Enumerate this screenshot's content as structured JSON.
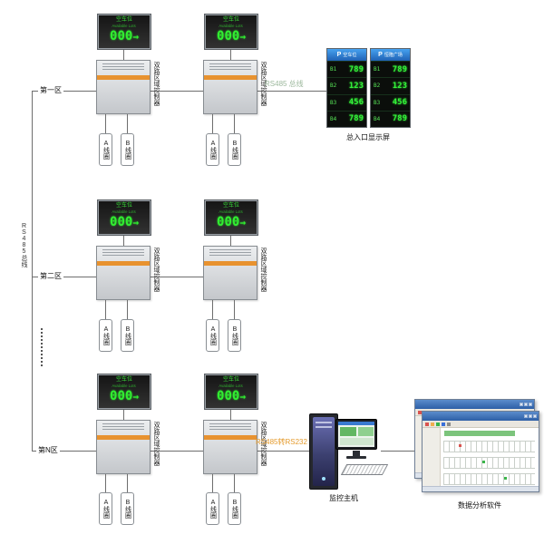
{
  "bus": {
    "label": "RS485总线"
  },
  "zones": [
    {
      "name": "第一区",
      "display": {
        "title": "空车位",
        "subtitle": "Available Lots",
        "value": "000",
        "arrow": "→"
      },
      "controller_label": "双路区域控制器",
      "coil_a": "A线圈",
      "coil_b": "B线圈"
    },
    {
      "name": "第二区",
      "display": {
        "title": "空车位",
        "subtitle": "Available Lots",
        "value": "000",
        "arrow": "→"
      },
      "controller_label": "双路区域控制器",
      "coil_a": "A线圈",
      "coil_b": "B线圈"
    },
    {
      "name": "第N区",
      "display": {
        "title": "空车位",
        "subtitle": "Available Lots",
        "value": "000",
        "arrow": "→"
      },
      "controller_label": "双路区域控制器",
      "coil_a": "A线圈",
      "coil_b": "B线圈"
    }
  ],
  "entrance_display": {
    "caption": "总入口显示屏",
    "link_label": "RS485 总线",
    "panels": [
      {
        "brand": "P",
        "title": "空车位",
        "rows": [
          [
            "B1",
            "789"
          ],
          [
            "B2",
            "123"
          ],
          [
            "B3",
            "456"
          ],
          [
            "B4",
            "789"
          ]
        ]
      },
      {
        "brand": "P",
        "title": "恒隆广场",
        "rows": [
          [
            "B1",
            "789"
          ],
          [
            "B2",
            "123"
          ],
          [
            "B3",
            "456"
          ],
          [
            "B4",
            "789"
          ]
        ]
      }
    ]
  },
  "host": {
    "caption": "监控主机",
    "link_label": "RS485转RS232"
  },
  "software": {
    "caption": "数据分析软件"
  }
}
